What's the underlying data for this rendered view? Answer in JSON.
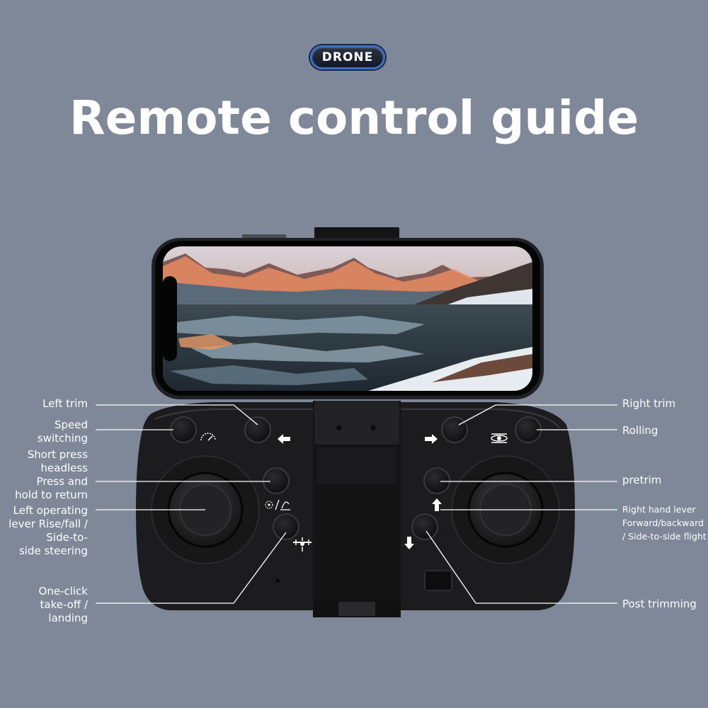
{
  "badge": {
    "text": "DRONE"
  },
  "title": "Remote control guide",
  "labels": {
    "left_trim": "Left trim",
    "speed_switching": "Speed\nswitching",
    "headless": "Short press\nheadless\nPress and\nhold to return",
    "left_lever": "Left operating\nlever Rise/fall /\nSide-to-\nside steering",
    "takeoff": "One-click\ntake-off /\nlanding",
    "right_trim": "Right trim",
    "rolling": "Rolling",
    "pretrim": "pretrim",
    "right_lever": "Right hand lever\nForward/backward\n/ Side-to-side flight",
    "post_trimming": "Post trimming"
  },
  "icons": {
    "left_trim": "arrow-left",
    "right_trim": "arrow-right",
    "pretrim": "arrow-up",
    "post_trimming": "arrow-down",
    "speed": "speedometer",
    "rolling": "flip-drone",
    "headless": "headless-return",
    "takeoff": "drone-takeoff"
  },
  "colors": {
    "background": "#7e8899",
    "controller": "#1c1c1e",
    "badge_border": "#3f6fc4",
    "text": "#ffffff"
  }
}
